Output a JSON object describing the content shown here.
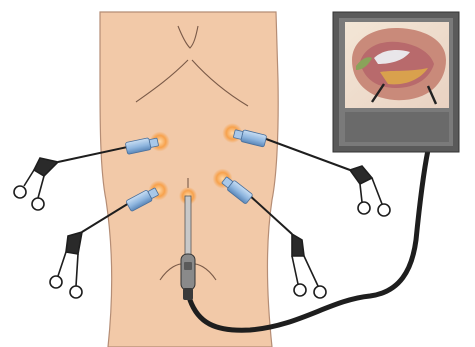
{
  "illustration": {
    "subject": "",
    "colors": {
      "skin": "#f2c9a8",
      "skin_outline": "#b58d75",
      "line": "#2a2a2a",
      "port_blue": "#8fb6df",
      "port_blue_dark": "#5a86b8",
      "port_glow": "#f7a24d",
      "monitor_bezel": "#6e6e6e",
      "monitor_frame": "#4a4a4a",
      "cable": "#1e1e1e",
      "scope_body": "#8a8a8a"
    },
    "icons": {
      "body": "torso-icon",
      "monitor": "monitor-icon",
      "port": "trocar-port-icon",
      "grasper": "grasper-icon",
      "camera": "laparoscope-icon"
    },
    "ports": [
      "upper-left",
      "upper-right",
      "lower-left",
      "lower-right",
      "umbilical"
    ],
    "instruments": [
      "grasper-upper-left",
      "grasper-lower-left",
      "grasper-upper-right",
      "grasper-lower-right",
      "laparoscope"
    ]
  }
}
